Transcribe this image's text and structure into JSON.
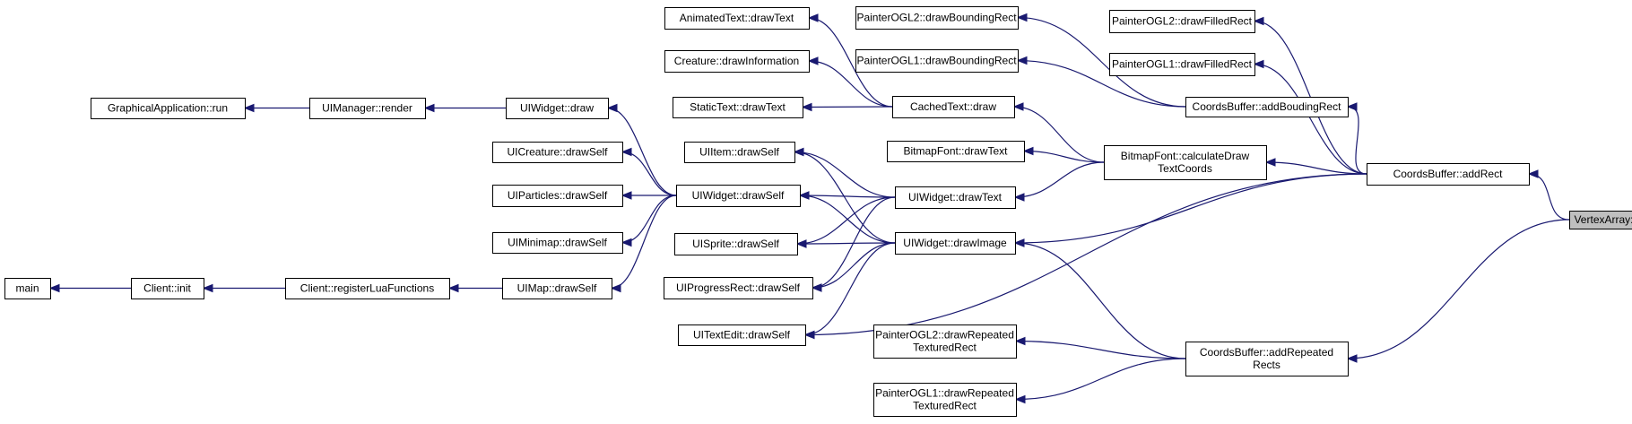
{
  "graph": {
    "root": "VertexArray::addRect",
    "nodes": [
      {
        "id": "n_va_addrect",
        "lines": [
          "VertexArray::addRect"
        ],
        "root": true
      },
      {
        "id": "n_cb_addrect",
        "lines": [
          "CoordsBuffer::addRect"
        ]
      },
      {
        "id": "n_cb_addrepeated",
        "lines": [
          "CoordsBuffer::addRepeated",
          "Rects"
        ]
      },
      {
        "id": "n_cb_addbouding",
        "lines": [
          "CoordsBuffer::addBoudingRect"
        ]
      },
      {
        "id": "n_p2_filled",
        "lines": [
          "PainterOGL2::drawFilledRect"
        ]
      },
      {
        "id": "n_p1_filled",
        "lines": [
          "PainterOGL1::drawFilledRect"
        ]
      },
      {
        "id": "n_bf_calc",
        "lines": [
          "BitmapFont::calculateDraw",
          "TextCoords"
        ]
      },
      {
        "id": "n_uiw_drawtext",
        "lines": [
          "UIWidget::drawText"
        ]
      },
      {
        "id": "n_uiw_drawimage",
        "lines": [
          "UIWidget::drawImage"
        ]
      },
      {
        "id": "n_uitextedit",
        "lines": [
          "UITextEdit::drawSelf"
        ]
      },
      {
        "id": "n_p2_repeated",
        "lines": [
          "PainterOGL2::drawRepeated",
          "TexturedRect"
        ]
      },
      {
        "id": "n_p1_repeated",
        "lines": [
          "PainterOGL1::drawRepeated",
          "TexturedRect"
        ]
      },
      {
        "id": "n_p2_bounding",
        "lines": [
          "PainterOGL2::drawBoundingRect"
        ]
      },
      {
        "id": "n_p1_bounding",
        "lines": [
          "PainterOGL1::drawBoundingRect"
        ]
      },
      {
        "id": "n_cached_draw",
        "lines": [
          "CachedText::draw"
        ]
      },
      {
        "id": "n_bf_drawtext",
        "lines": [
          "BitmapFont::drawText"
        ]
      },
      {
        "id": "n_animated",
        "lines": [
          "AnimatedText::drawText"
        ]
      },
      {
        "id": "n_creature_info",
        "lines": [
          "Creature::drawInformation"
        ]
      },
      {
        "id": "n_statictext",
        "lines": [
          "StaticText::drawText"
        ]
      },
      {
        "id": "n_uiitem",
        "lines": [
          "UIItem::drawSelf"
        ]
      },
      {
        "id": "n_uiw_drawself",
        "lines": [
          "UIWidget::drawSelf"
        ]
      },
      {
        "id": "n_uisprite",
        "lines": [
          "UISprite::drawSelf"
        ]
      },
      {
        "id": "n_uiprogress",
        "lines": [
          "UIProgressRect::drawSelf"
        ]
      },
      {
        "id": "n_uiw_draw",
        "lines": [
          "UIWidget::draw"
        ]
      },
      {
        "id": "n_uimgr_render",
        "lines": [
          "UIManager::render"
        ]
      },
      {
        "id": "n_ga_run",
        "lines": [
          "GraphicalApplication::run"
        ]
      },
      {
        "id": "n_uicreature",
        "lines": [
          "UICreature::drawSelf"
        ]
      },
      {
        "id": "n_uiparticles",
        "lines": [
          "UIParticles::drawSelf"
        ]
      },
      {
        "id": "n_uiminimap",
        "lines": [
          "UIMinimap::drawSelf"
        ]
      },
      {
        "id": "n_uimap",
        "lines": [
          "UIMap::drawSelf"
        ]
      },
      {
        "id": "n_client_reglua",
        "lines": [
          "Client::registerLuaFunctions"
        ]
      },
      {
        "id": "n_client_init",
        "lines": [
          "Client::init"
        ]
      },
      {
        "id": "n_main",
        "lines": [
          "main"
        ]
      }
    ],
    "edges": [
      {
        "from": "n_cb_addrect",
        "to": "n_va_addrect"
      },
      {
        "from": "n_cb_addrepeated",
        "to": "n_va_addrect"
      },
      {
        "from": "n_cb_addbouding",
        "to": "n_cb_addrect"
      },
      {
        "from": "n_p2_filled",
        "to": "n_cb_addrect"
      },
      {
        "from": "n_p1_filled",
        "to": "n_cb_addrect"
      },
      {
        "from": "n_bf_calc",
        "to": "n_cb_addrect"
      },
      {
        "from": "n_uiw_drawimage",
        "to": "n_cb_addrect"
      },
      {
        "from": "n_uitextedit",
        "to": "n_cb_addrect"
      },
      {
        "from": "n_p2_bounding",
        "to": "n_cb_addbouding"
      },
      {
        "from": "n_p1_bounding",
        "to": "n_cb_addbouding"
      },
      {
        "from": "n_cached_draw",
        "to": "n_bf_calc"
      },
      {
        "from": "n_bf_drawtext",
        "to": "n_bf_calc"
      },
      {
        "from": "n_uiw_drawtext",
        "to": "n_bf_calc"
      },
      {
        "from": "n_animated",
        "to": "n_cached_draw"
      },
      {
        "from": "n_creature_info",
        "to": "n_cached_draw"
      },
      {
        "from": "n_statictext",
        "to": "n_cached_draw"
      },
      {
        "from": "n_uiitem",
        "to": "n_uiw_drawtext"
      },
      {
        "from": "n_uiw_drawself",
        "to": "n_uiw_drawtext"
      },
      {
        "from": "n_uiw_drawself",
        "to": "n_uiw_drawimage"
      },
      {
        "from": "n_uiitem",
        "to": "n_uiw_drawimage"
      },
      {
        "from": "n_uisprite",
        "to": "n_uiw_drawimage"
      },
      {
        "from": "n_uiprogress",
        "to": "n_uiw_drawimage"
      },
      {
        "from": "n_uitextedit",
        "to": "n_uiw_drawimage"
      },
      {
        "from": "n_uiw_drawimage",
        "to": "n_cb_addrepeated"
      },
      {
        "from": "n_p2_repeated",
        "to": "n_cb_addrepeated"
      },
      {
        "from": "n_p1_repeated",
        "to": "n_cb_addrepeated"
      },
      {
        "from": "n_uisprite",
        "to": "n_uiw_drawtext"
      },
      {
        "from": "n_uiprogress",
        "to": "n_uiw_drawtext"
      },
      {
        "from": "n_uiw_draw",
        "to": "n_uiw_drawself"
      },
      {
        "from": "n_uicreature",
        "to": "n_uiw_drawself"
      },
      {
        "from": "n_uiparticles",
        "to": "n_uiw_drawself"
      },
      {
        "from": "n_uiminimap",
        "to": "n_uiw_drawself"
      },
      {
        "from": "n_uimap",
        "to": "n_uiw_drawself"
      },
      {
        "from": "n_uimgr_render",
        "to": "n_uiw_draw"
      },
      {
        "from": "n_ga_run",
        "to": "n_uimgr_render"
      },
      {
        "from": "n_client_reglua",
        "to": "n_uimap"
      },
      {
        "from": "n_client_init",
        "to": "n_client_reglua"
      },
      {
        "from": "n_main",
        "to": "n_client_init"
      }
    ]
  }
}
